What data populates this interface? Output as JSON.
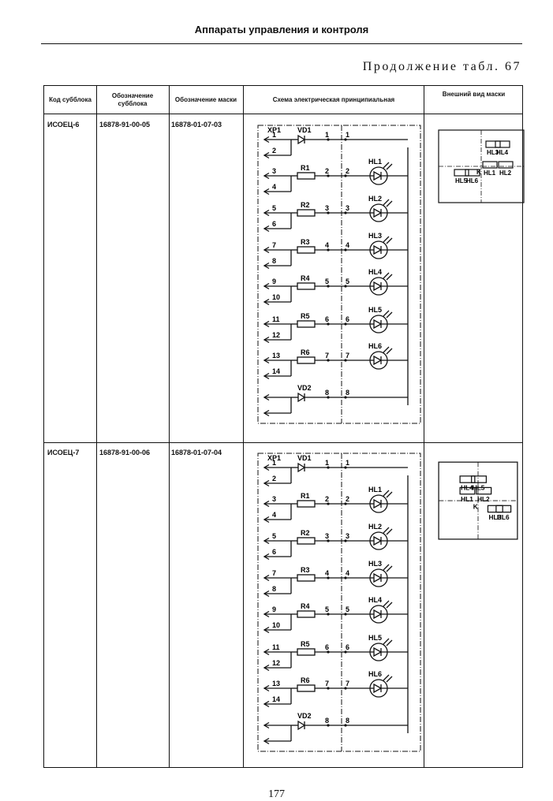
{
  "page": {
    "header": "Аппараты управления и контроля",
    "continuation": "Продолжение табл. 67",
    "page_number": "177"
  },
  "table": {
    "columns": [
      "Код субблока",
      "Обозначение субблока",
      "Обозначение маски",
      "Схема электрическая принципиальная",
      "Внешний вид маски"
    ],
    "rows": [
      {
        "code": "ИСОЕЦ-6",
        "sub": "16878-91-00-05",
        "mask": "16878-01-07-03"
      },
      {
        "code": "ИСОЕЦ-7",
        "sub": "16878-91-00-06",
        "mask": "16878-01-07-04"
      }
    ]
  },
  "schema": {
    "connector": "XP1",
    "vd_top": "VD1",
    "vd_bottom": "VD2",
    "pins": [
      "1",
      "2",
      "3",
      "4",
      "5",
      "6",
      "7",
      "8",
      "9",
      "10",
      "11",
      "12",
      "13",
      "14"
    ],
    "resistors": [
      "R1",
      "R2",
      "R3",
      "R4",
      "R5",
      "R6"
    ],
    "leds": [
      "HL1",
      "HL2",
      "HL3",
      "HL4",
      "HL5",
      "HL6"
    ],
    "nodes": [
      "1",
      "2",
      "3",
      "4",
      "5",
      "6",
      "7",
      "8"
    ]
  },
  "mask_label": {
    "hl": [
      "HL1",
      "HL2",
      "HL3",
      "HL4",
      "HL5",
      "HL6"
    ],
    "k": "K"
  }
}
